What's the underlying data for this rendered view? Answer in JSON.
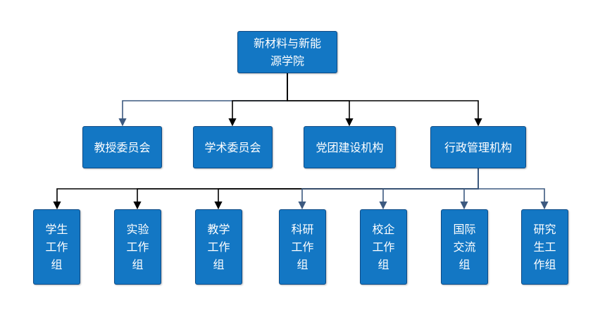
{
  "root": {
    "label": "新材料与新能\n源学院"
  },
  "committees": [
    {
      "label": "教授委员会"
    },
    {
      "label": "学术委员会"
    },
    {
      "label": "党团建设机构"
    },
    {
      "label": "行政管理机构"
    }
  ],
  "work_groups": [
    {
      "label": "学生\n工作\n组"
    },
    {
      "label": "实验\n工作\n组"
    },
    {
      "label": "教学\n工作\n组"
    },
    {
      "label": "科研\n工作\n组"
    },
    {
      "label": "校企\n工作\n组"
    },
    {
      "label": "国际\n交流\n组"
    },
    {
      "label": "研究\n生工\n作组"
    }
  ],
  "colors": {
    "box_fill": "#1377c4",
    "box_border": "#0d4a85",
    "connector": "#000000",
    "connector_alt": "#3d5a80"
  }
}
